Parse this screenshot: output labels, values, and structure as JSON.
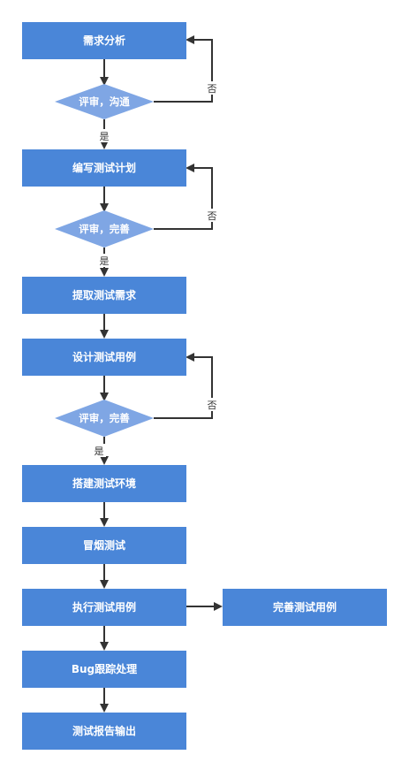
{
  "colors": {
    "box_fill": "#4a86d8",
    "diamond_fill": "#7fa6e4",
    "line": "#333333",
    "background": "#ffffff"
  },
  "steps": {
    "requirement_analysis": "需求分析",
    "review_communicate": "评审，沟通",
    "write_test_plan": "编写测试计划",
    "review_improve_1": "评审，完善",
    "extract_test_requirements": "提取测试需求",
    "design_test_cases": "设计测试用例",
    "review_improve_2": "评审，完善",
    "setup_test_environment": "搭建测试环境",
    "smoke_test": "冒烟测试",
    "execute_test_cases": "执行测试用例",
    "improve_test_cases": "完善测试用例",
    "bug_tracking": "Bug跟踪处理",
    "test_report_output": "测试报告输出"
  },
  "edge_labels": {
    "no_1": "否",
    "yes_1": "是",
    "no_2": "否",
    "yes_2": "是",
    "no_3": "否",
    "yes_3": "是"
  }
}
